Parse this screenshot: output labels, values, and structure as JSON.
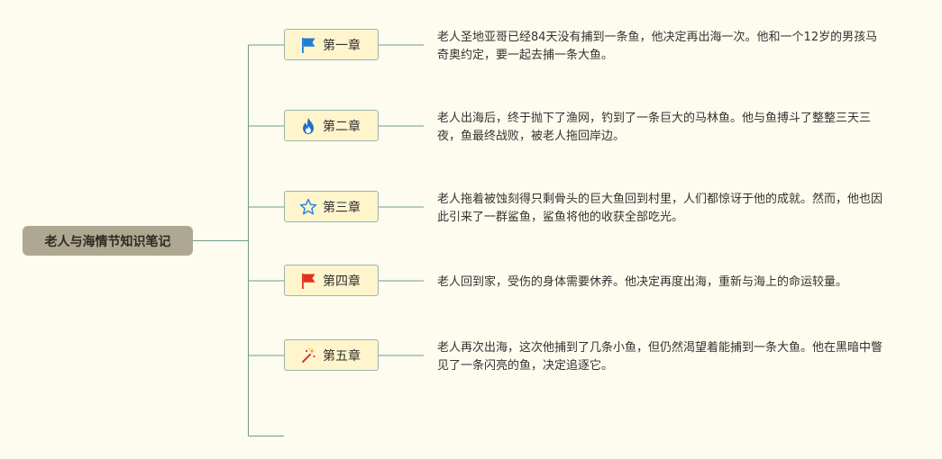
{
  "mindmap": {
    "root": {
      "label": "老人与海情节知识笔记"
    },
    "colors": {
      "background": "#fdfcef",
      "root_fill": "#aea792",
      "chapter_fill": "#fff5cd",
      "chapter_border": "#98b7ad",
      "connector": "#6f9a8f"
    },
    "chapters": [
      {
        "label": "第一章",
        "icon": "blue-flag-icon",
        "note": "老人圣地亚哥已经84天没有捕到一条鱼，他决定再出海一次。他和一个12岁的男孩马奇奥约定，要一起去捕一条大鱼。"
      },
      {
        "label": "第二章",
        "icon": "fire-icon",
        "note": "老人出海后，终于抛下了渔网，钓到了一条巨大的马林鱼。他与鱼搏斗了整整三天三夜，鱼最终战败，被老人拖回岸边。"
      },
      {
        "label": "第三章",
        "icon": "star-outline-icon",
        "note": "老人拖着被蚀刻得只剩骨头的巨大鱼回到村里，人们都惊讶于他的成就。然而，他也因此引来了一群鲨鱼，鲨鱼将他的收获全部吃光。"
      },
      {
        "label": "第四章",
        "icon": "red-flag-icon",
        "note": "老人回到家，受伤的身体需要休养。他决定再度出海，重新与海上的命运较量。"
      },
      {
        "label": "第五章",
        "icon": "magic-wand-icon",
        "note": "老人再次出海，这次他捕到了几条小鱼，但仍然渴望着能捕到一条大鱼。他在黑暗中瞥见了一条闪亮的鱼，决定追逐它。"
      }
    ]
  }
}
